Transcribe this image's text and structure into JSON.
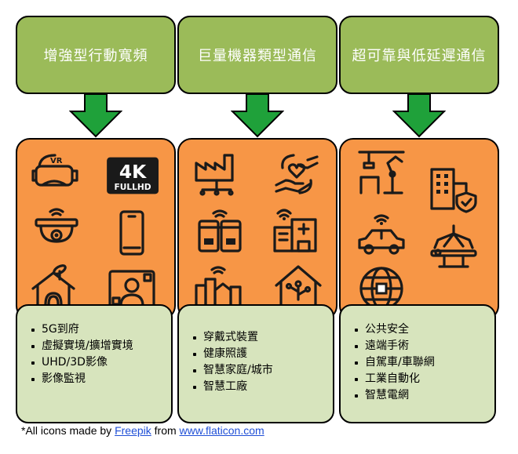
{
  "columns": [
    {
      "title": "增強型行動寬頻",
      "icons": [
        "vr-headset-icon",
        "4k-fullhd-icon",
        "security-camera-icon",
        "smartphone-icon",
        "smart-home-antenna-icon",
        "video-call-icon"
      ],
      "badge_4k": "4K",
      "badge_fullhd": "FULLHD",
      "items": [
        "5G到府",
        "虛擬實境/擴增實境",
        "UHD/3D影像",
        "影像監視"
      ]
    },
    {
      "title": "巨量機器類型通信",
      "icons": [
        "smart-factory-icon",
        "healthcare-hands-icon",
        "smart-wearable-icon",
        "hospital-wifi-icon",
        "smart-city-icon",
        "smart-house-icon"
      ],
      "items": [
        "穿戴式裝置",
        "健康照護",
        "智慧家庭/城市",
        "智慧工廠"
      ]
    },
    {
      "title": "超可靠與低延遲通信",
      "icons": [
        "robot-arm-icon",
        "secure-building-icon",
        "connected-car-icon",
        "robotic-surgery-icon",
        "smart-grid-globe-icon"
      ],
      "items": [
        "公共安全",
        "遠端手術",
        "自駕車/車聯網",
        "工業自動化",
        "智慧電網"
      ]
    }
  ],
  "footer": {
    "prefix": "*All icons made by ",
    "link1": "Freepik",
    "middle": " from ",
    "link2": "www.flaticon.com"
  },
  "colors": {
    "header_green": "#9bbb59",
    "arrow_green": "#1fa13a",
    "icon_orange": "#f79646",
    "list_green": "#d7e4bd",
    "link_blue": "#1f4fd6"
  }
}
